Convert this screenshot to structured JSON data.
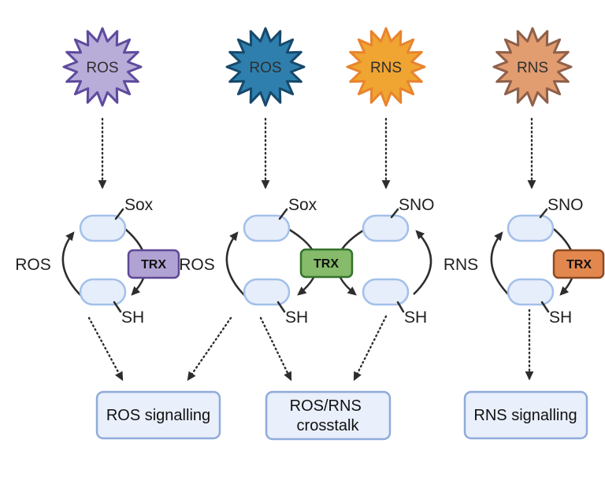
{
  "figure": {
    "stimuli": [
      {
        "label": "ROS",
        "fill": "#b8acd9",
        "stroke": "#5f4b9d"
      },
      {
        "label": "ROS",
        "fill": "#2e7fad",
        "stroke": "#17496b"
      },
      {
        "label": "RNS",
        "fill": "#f0a431",
        "stroke": "#e8842e"
      },
      {
        "label": "RNS",
        "fill": "#e19c70",
        "stroke": "#8f6049"
      }
    ],
    "cycles": [
      {
        "oxidized": "Sox",
        "reduced": "SH"
      },
      {
        "oxidized": "Sox",
        "reduced": "SH"
      },
      {
        "oxidized": "SNO",
        "reduced": "SH"
      },
      {
        "oxidized": "SNO",
        "reduced": "SH"
      }
    ],
    "side_labels": [
      {
        "text": "ROS"
      },
      {
        "text": "ROS"
      },
      {
        "text": "RNS"
      }
    ],
    "trx_boxes": [
      {
        "label": "TRX",
        "fill": "#b0a3d4",
        "stroke": "#5e4796"
      },
      {
        "label": "TRX",
        "fill": "#85bb6a",
        "stroke": "#35722c"
      },
      {
        "label": "TRX",
        "fill": "#e2884f",
        "stroke": "#8c4a21"
      }
    ],
    "outcomes": [
      {
        "lines": [
          "ROS signalling"
        ]
      },
      {
        "lines": [
          "ROS/RNS",
          "crosstalk"
        ]
      },
      {
        "lines": [
          "RNS signalling"
        ]
      }
    ],
    "colors": {
      "line": "#2d2d2d",
      "pill_fill": "#e7eefb",
      "pill_stroke": "#a3c0ea",
      "outcome_fill": "#e9effb",
      "outcome_stroke": "#8fabdb"
    }
  }
}
